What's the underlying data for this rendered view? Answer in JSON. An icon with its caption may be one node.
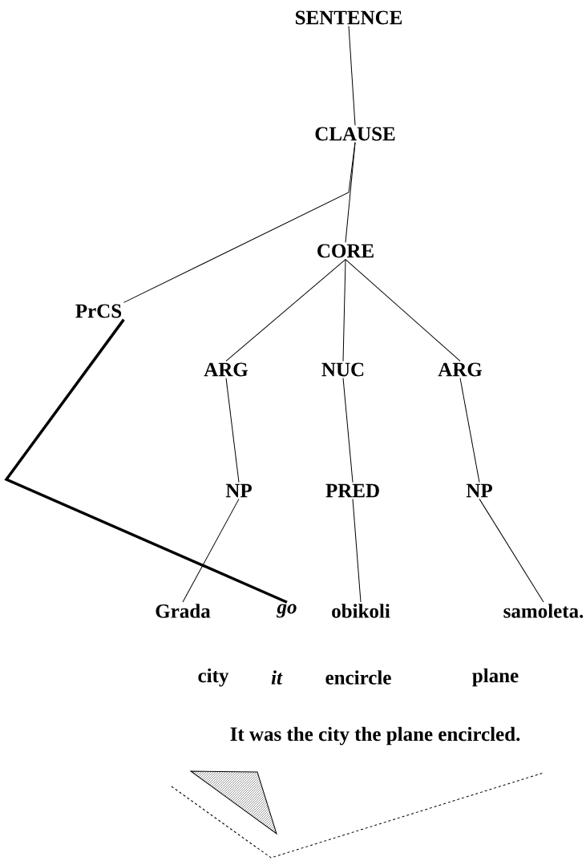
{
  "diagram": {
    "nodes": [
      {
        "text": [
          "SENTENCE"
        ]
      },
      {
        "text": [
          "CLAUSE"
        ]
      },
      {
        "text": [
          "CORE"
        ]
      },
      {
        "text": [
          "PrCS"
        ]
      },
      {
        "text": [
          "ARG"
        ]
      },
      {
        "text": [
          "NUC"
        ]
      },
      {
        "text": [
          "ARG"
        ]
      },
      {
        "text": [
          "NP"
        ]
      },
      {
        "text": [
          "PRED"
        ]
      },
      {
        "text": [
          "NP"
        ]
      },
      {
        "text": [
          "Grada"
        ]
      },
      {
        "text": [
          "go"
        ]
      },
      {
        "text": [
          "obikoli"
        ]
      },
      {
        "text": [
          "samoleta."
        ]
      }
    ],
    "edges": [
      {
        "from": 0,
        "to": 1,
        "arrow": "none"
      },
      {
        "from": 1,
        "to": 2,
        "arrow": "none"
      },
      {
        "from": 1,
        "to": 3,
        "arrow": "none"
      },
      {
        "from": 2,
        "to": 4,
        "arrow": "none"
      },
      {
        "from": 2,
        "to": 5,
        "arrow": "none"
      },
      {
        "from": 2,
        "to": 6,
        "arrow": "none"
      },
      {
        "from": 4,
        "to": 7,
        "arrow": "none"
      },
      {
        "from": 5,
        "to": 8,
        "arrow": "none"
      },
      {
        "from": 6,
        "to": 9,
        "arrow": "none"
      },
      {
        "from": 7,
        "to": 10,
        "arrow": "none"
      },
      {
        "from": 8,
        "to": 12,
        "arrow": "none"
      },
      {
        "from": 9,
        "to": 13,
        "arrow": "none"
      },
      {
        "from": 3,
        "to": 11,
        "arrow": "none",
        "style": "thick"
      }
    ],
    "labels": [
      "city",
      "it",
      "encircle",
      "plane",
      "It was the city the plane encircled."
    ]
  }
}
